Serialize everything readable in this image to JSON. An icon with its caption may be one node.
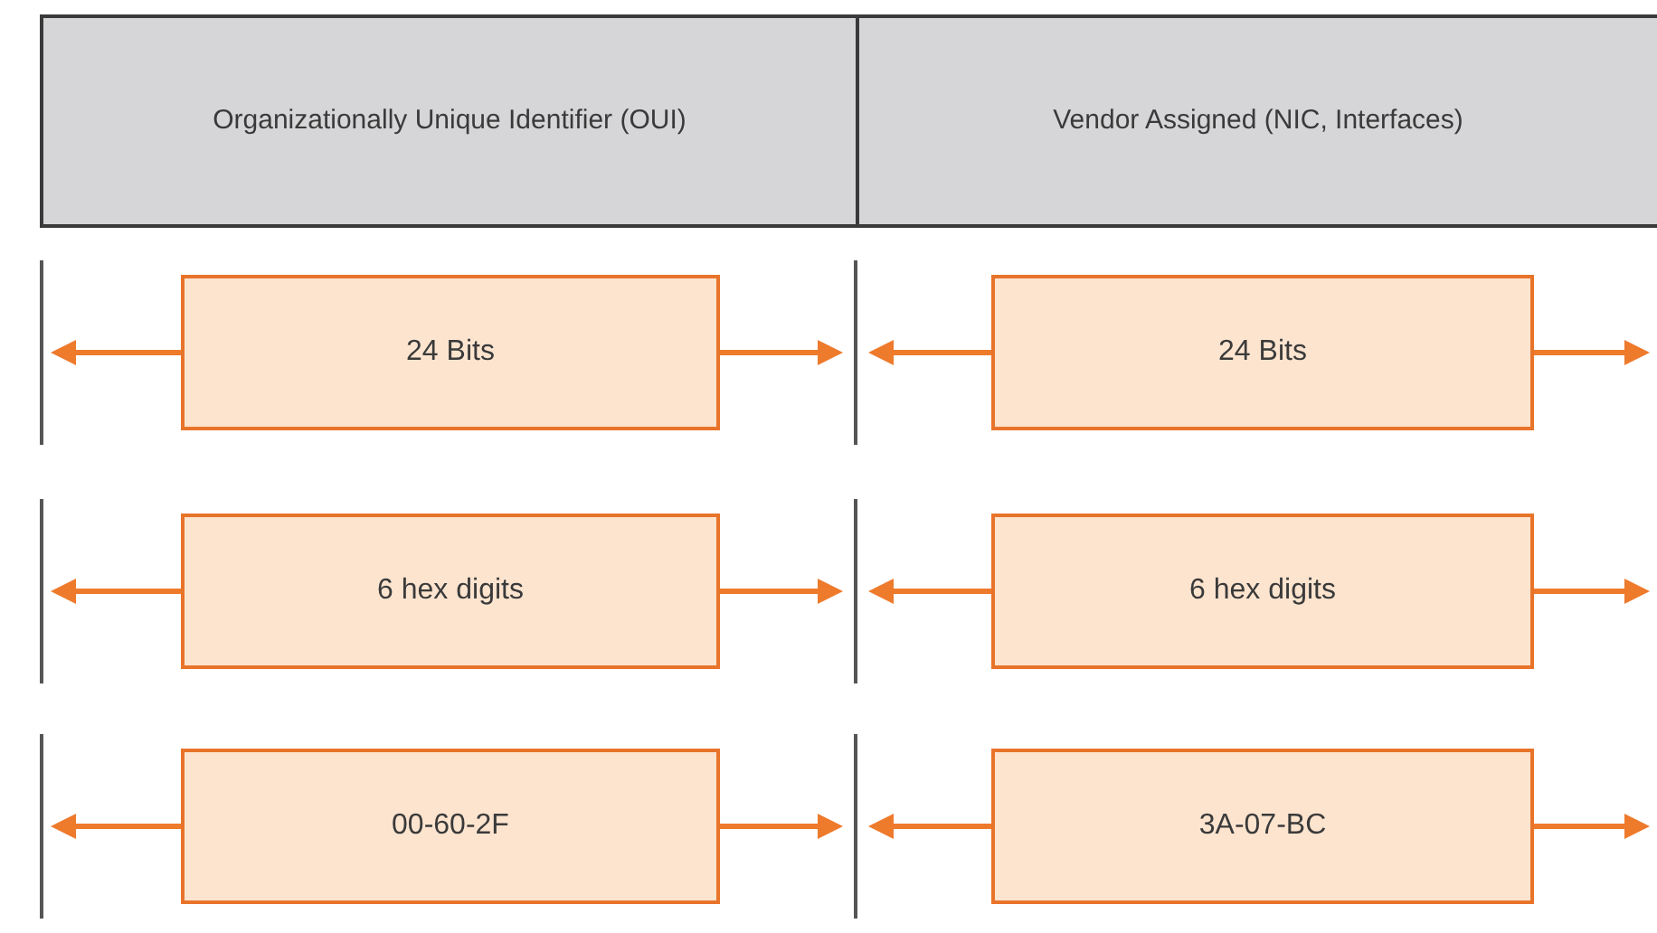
{
  "diagram": {
    "nodes": [
      {
        "text": [
          "Organizationally Unique Identifier (OUI)"
        ]
      },
      {
        "text": [
          "Vendor Assigned (NIC, Interfaces)"
        ]
      },
      {
        "text": [
          "24 Bits"
        ]
      },
      {
        "text": [
          "24 Bits"
        ]
      },
      {
        "text": [
          "6 hex digits"
        ]
      },
      {
        "text": [
          "6 hex digits"
        ]
      },
      {
        "text": [
          "00-60-2F"
        ]
      },
      {
        "text": [
          "3A-07-BC"
        ]
      }
    ]
  }
}
